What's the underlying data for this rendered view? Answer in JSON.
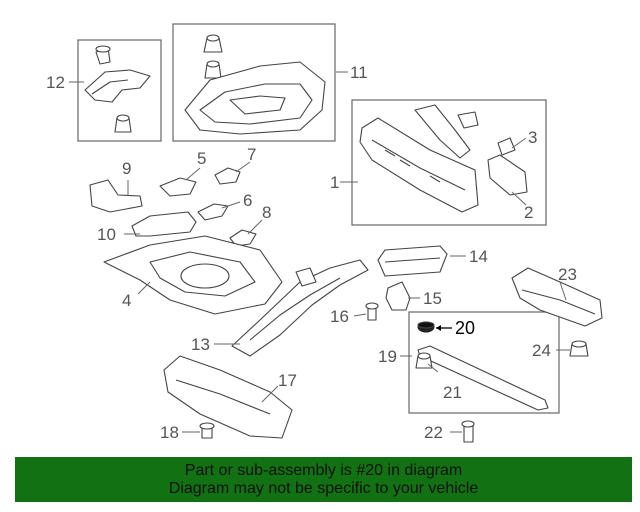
{
  "callouts": [
    {
      "key": "c1",
      "text": "1"
    },
    {
      "key": "c2",
      "text": "2"
    },
    {
      "key": "c3",
      "text": "3"
    },
    {
      "key": "c4",
      "text": "4"
    },
    {
      "key": "c5",
      "text": "5"
    },
    {
      "key": "c6",
      "text": "6"
    },
    {
      "key": "c7",
      "text": "7"
    },
    {
      "key": "c8",
      "text": "8"
    },
    {
      "key": "c9",
      "text": "9"
    },
    {
      "key": "c10",
      "text": "10"
    },
    {
      "key": "c11",
      "text": "11"
    },
    {
      "key": "c12",
      "text": "12"
    },
    {
      "key": "c13",
      "text": "13"
    },
    {
      "key": "c14",
      "text": "14"
    },
    {
      "key": "c15",
      "text": "15"
    },
    {
      "key": "c16",
      "text": "16"
    },
    {
      "key": "c17",
      "text": "17"
    },
    {
      "key": "c18",
      "text": "18"
    },
    {
      "key": "c19",
      "text": "19"
    },
    {
      "key": "c20",
      "text": "20"
    },
    {
      "key": "c21",
      "text": "21"
    },
    {
      "key": "c22",
      "text": "22"
    },
    {
      "key": "c23",
      "text": "23"
    },
    {
      "key": "c24",
      "text": "24"
    }
  ],
  "banner": {
    "line1": "Part or sub-assembly is #20 in diagram",
    "line2": "Diagram may not be specific to your vehicle",
    "color": "#127112"
  }
}
